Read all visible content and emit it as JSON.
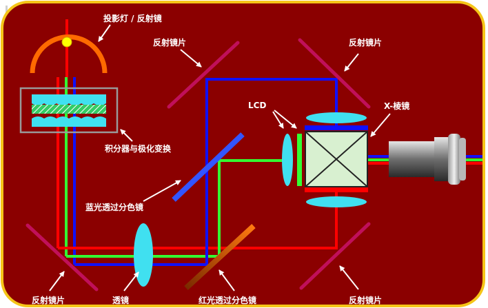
{
  "labels": {
    "lamp": "投影灯 / 反射镜",
    "mirror_top_left": "反射镜片",
    "mirror_top_right": "反射镜片",
    "lcd": "LCD",
    "prism": "X-棱镜",
    "integrator": "积分器与极化变换",
    "blue_dichroic": "蓝光透过分色镜",
    "mirror_bottom_left": "反射镜片",
    "lens": "透镜",
    "red_dichroic": "红光透过分色镜",
    "mirror_bottom_right": "反射镜片"
  },
  "colors": {
    "background": "#8B0000",
    "border": "#F5C518",
    "red_beam": "#FF0000",
    "green_beam": "#33FF33",
    "blue_beam": "#1010FF",
    "lens": "#40E0F0",
    "mirror": "#C0105A",
    "blue_dichroic": "#3355FF",
    "red_dichroic": "#E06010",
    "prism": "#D8F0D0",
    "lamp_arc": "#FF6A00",
    "bulb": "#FFFF00"
  }
}
